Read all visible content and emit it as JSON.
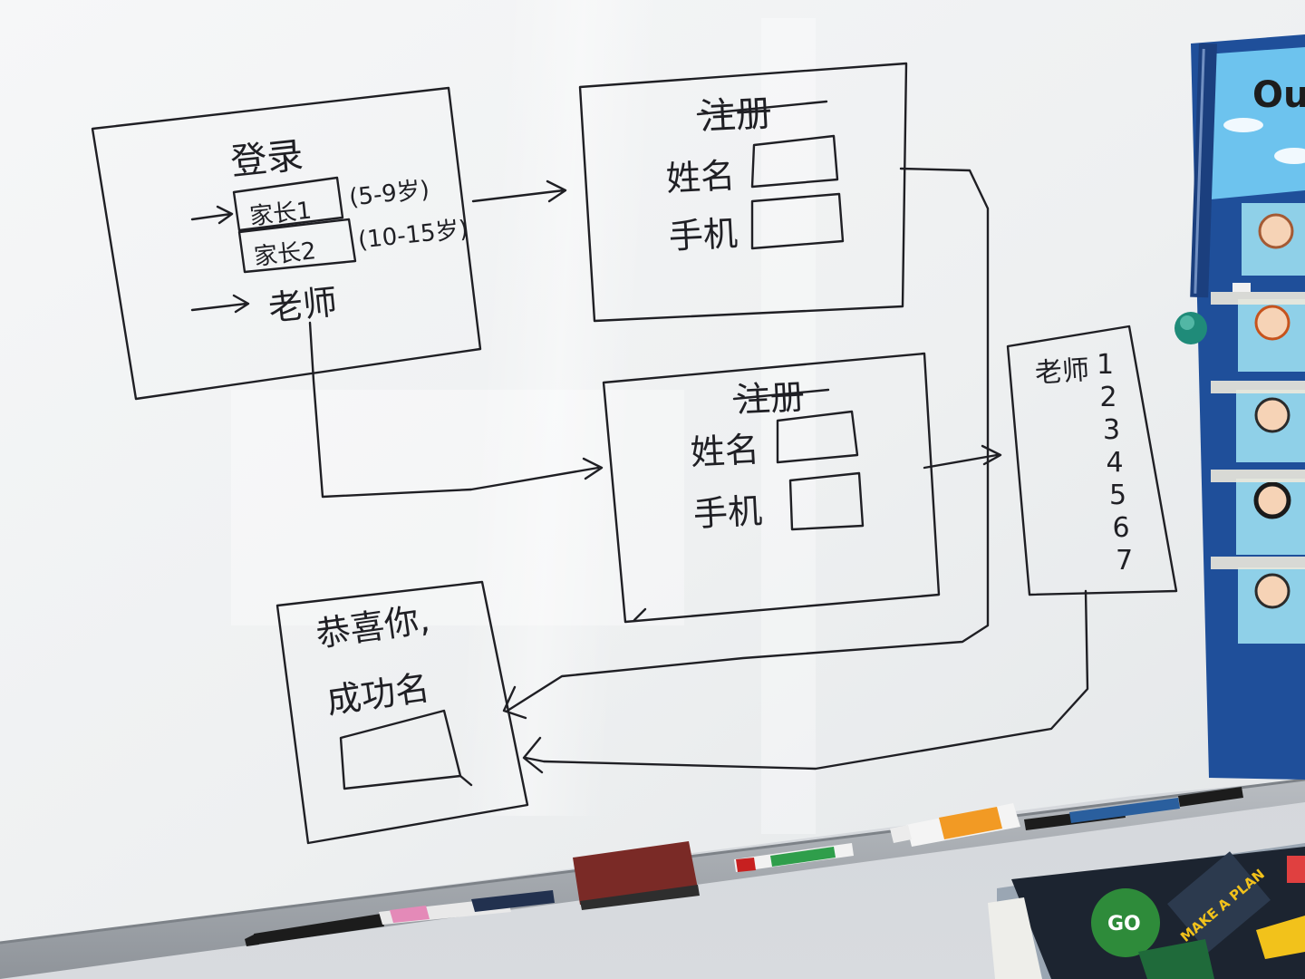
{
  "diagram": {
    "login": {
      "title": "登录",
      "option1": "家长1",
      "option1_note": "(5-9岁)",
      "option2": "家长2",
      "option2_note": "(10-15岁)",
      "option3": "老师"
    },
    "register_top": {
      "title": "注册",
      "field_name": "姓名",
      "field_phone": "手机"
    },
    "register_mid": {
      "title": "注册",
      "field_name": "姓名",
      "field_phone": "手机"
    },
    "teacher_list": {
      "label": "老师",
      "items": [
        "1",
        "2",
        "3",
        "4",
        "5",
        "6",
        "7"
      ]
    },
    "success": {
      "line1": "恭喜你,",
      "line2": "成功名"
    }
  },
  "poster": {
    "title": "Ou"
  },
  "mat": {
    "go_label": "GO",
    "make_plan": "MAKE A PLAN"
  },
  "colors": {
    "board": "#f3f4f5",
    "ink": "#1f1f24",
    "poster_blue": "#1f4f9a",
    "eraser": "#7a2a26",
    "mat_dark": "#1c2430",
    "mat_green": "#2e8b3a",
    "mat_yellow": "#f2c21b"
  }
}
